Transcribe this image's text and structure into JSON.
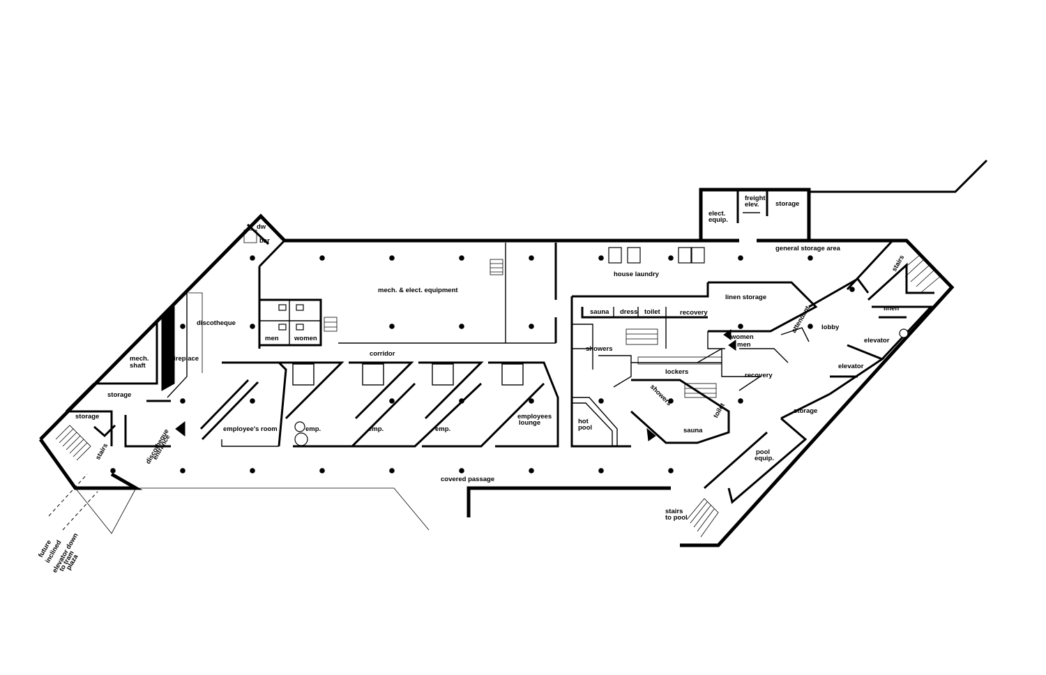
{
  "labels": {
    "dw": "dw",
    "bar": "bar",
    "discotheque": "discotheque",
    "mech_shaft_1": "mech.",
    "mech_shaft_2": "shaft",
    "fireplace": "fireplace",
    "storage_upper": "storage",
    "storage_lower": "storage",
    "stairs_left": "stairs",
    "disco_entrance_1": "discotheque",
    "disco_entrance_2": "entrance",
    "future_1": "future",
    "future_2": "inclined",
    "future_3": "elevator down",
    "future_4": "to tram",
    "future_5": "plaza",
    "men_left": "men",
    "women_left": "women",
    "mech_elect": "mech. & elect. equipment",
    "corridor": "corridor",
    "employees_room": "employee's room",
    "emp_1": "emp.",
    "emp_2": "emp.",
    "emp_3": "emp.",
    "employees_lounge_1": "employees",
    "employees_lounge_2": "lounge",
    "covered_passage": "covered passage",
    "house_laundry": "house laundry",
    "elect_equip_1": "elect.",
    "elect_equip_2": "equip.",
    "freight_elev_1": "freight",
    "freight_elev_2": "elev.",
    "storage_top": "storage",
    "general_storage": "general storage area",
    "sauna_top": "sauna",
    "dress": "dress",
    "toilet_top": "toilet",
    "recovery_top": "recovery",
    "linen_storage": "linen storage",
    "attendant": "attendant",
    "lobby": "lobby",
    "stairs_right": "stairs",
    "linen": "linen",
    "elevator_upper": "elevator",
    "elevator_lower": "elevator",
    "showers_left": "showers",
    "women_right": "women",
    "men_right": "men",
    "lockers": "lockers",
    "recovery_bottom": "recovery",
    "showers_bottom": "showers",
    "toilet_bottom": "toilet",
    "sauna_bottom": "sauna",
    "hot_pool_1": "hot",
    "hot_pool_2": "pool",
    "storage_right": "storage",
    "pool_equip_1": "pool",
    "pool_equip_2": "equip.",
    "stairs_to_pool_1": "stairs",
    "stairs_to_pool_2": "to pool"
  }
}
